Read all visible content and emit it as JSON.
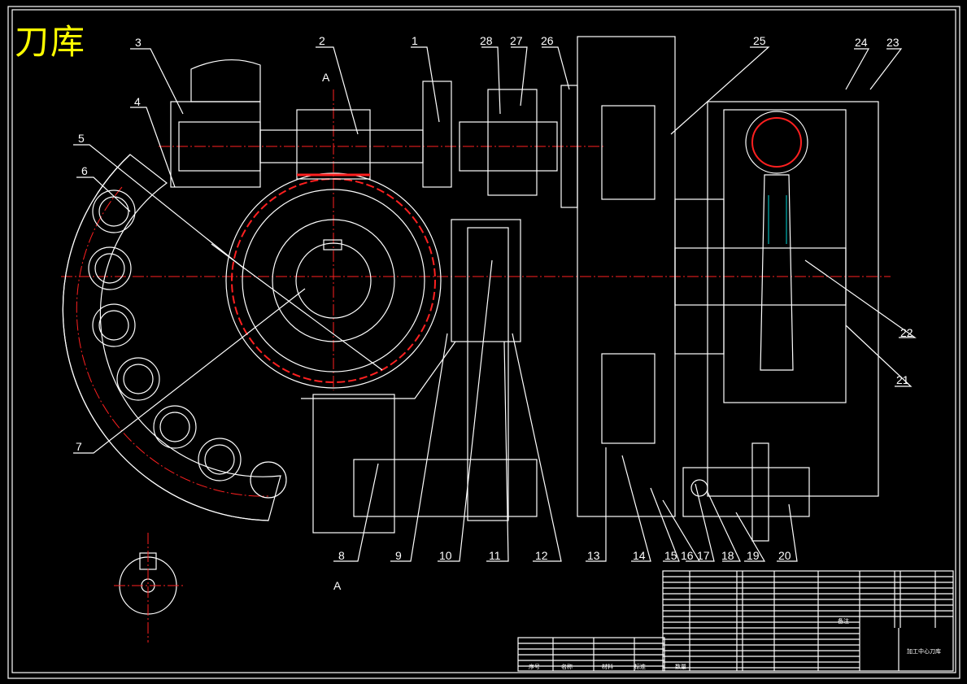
{
  "drawing": {
    "title": "刀库",
    "section_mark": "A",
    "section_label": "A",
    "colors": {
      "background": "#000000",
      "lines": "#ffffff",
      "centerlines": "#ff2020",
      "title": "#ffff00",
      "highlight": "#00d8d8"
    }
  },
  "part_labels": [
    "1",
    "2",
    "3",
    "4",
    "5",
    "6",
    "7",
    "8",
    "9",
    "10",
    "11",
    "12",
    "13",
    "14",
    "15",
    "16",
    "17",
    "18",
    "19",
    "20",
    "21",
    "22",
    "23",
    "24",
    "25",
    "26",
    "27",
    "28"
  ],
  "title_block": {
    "drawing_name": "加工中心刀库",
    "headers": {
      "no": "序号",
      "name": "名称",
      "qty": "数量",
      "material": "材料",
      "standard": "标准",
      "remark": "备注"
    }
  }
}
